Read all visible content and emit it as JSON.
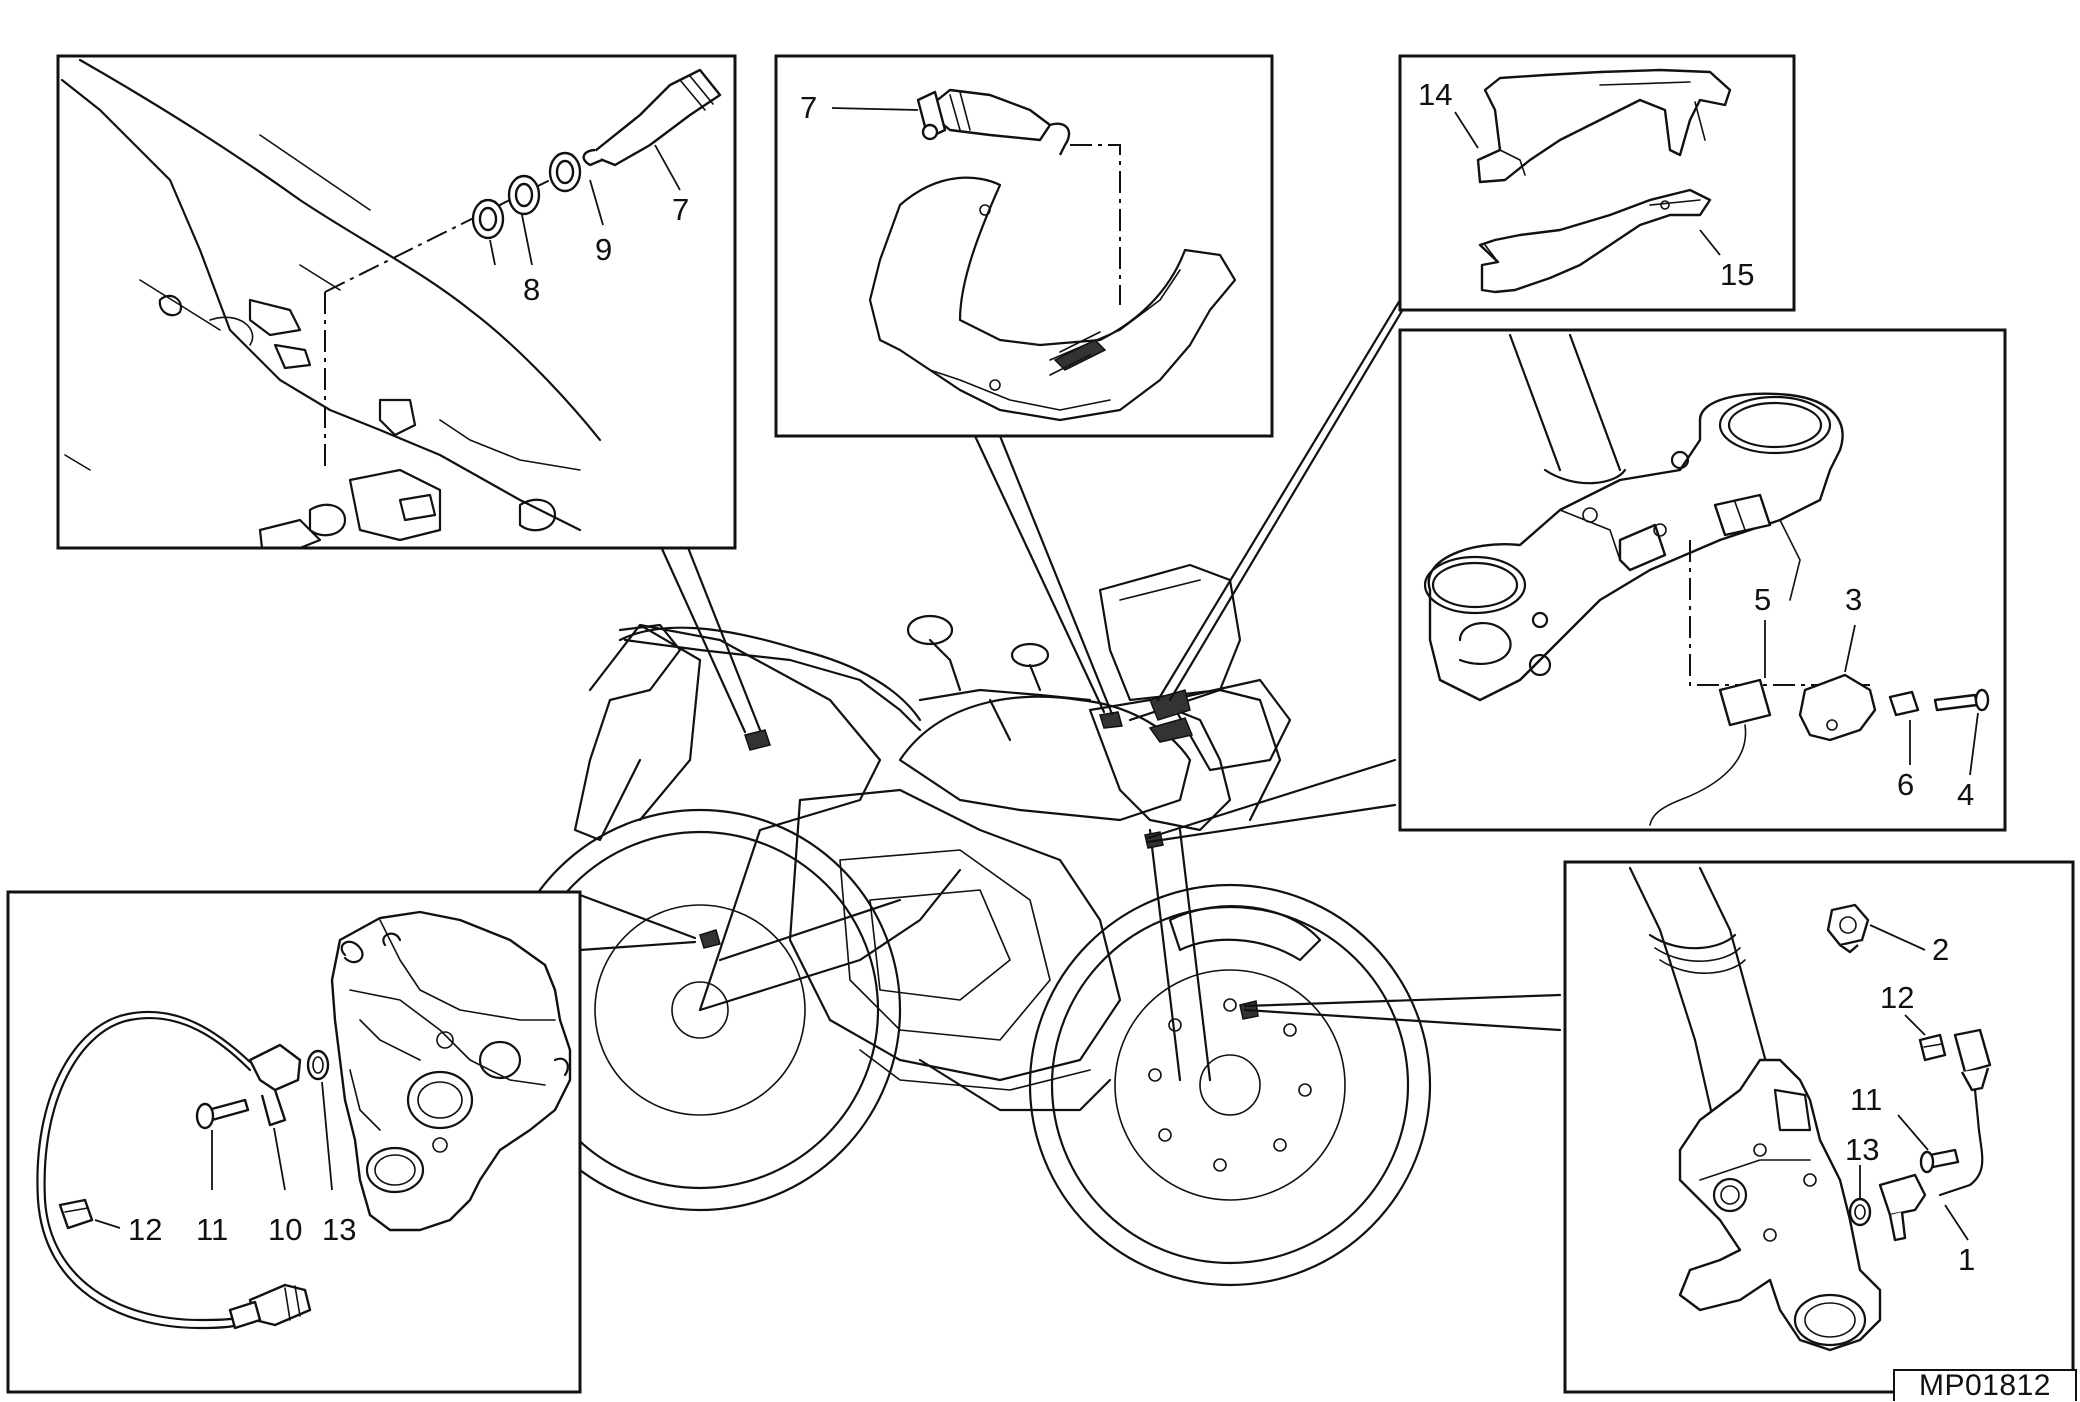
{
  "drawing_code": "MP01812",
  "callouts": {
    "panel_a": [
      "7",
      "8",
      "9"
    ],
    "panel_b": [
      "7"
    ],
    "panel_c": [
      "14",
      "15"
    ],
    "panel_d": [
      "5",
      "3",
      "6",
      "4"
    ],
    "panel_e": [
      "12",
      "11",
      "10",
      "13"
    ],
    "panel_f": [
      "2",
      "12",
      "11",
      "13",
      "1"
    ]
  }
}
